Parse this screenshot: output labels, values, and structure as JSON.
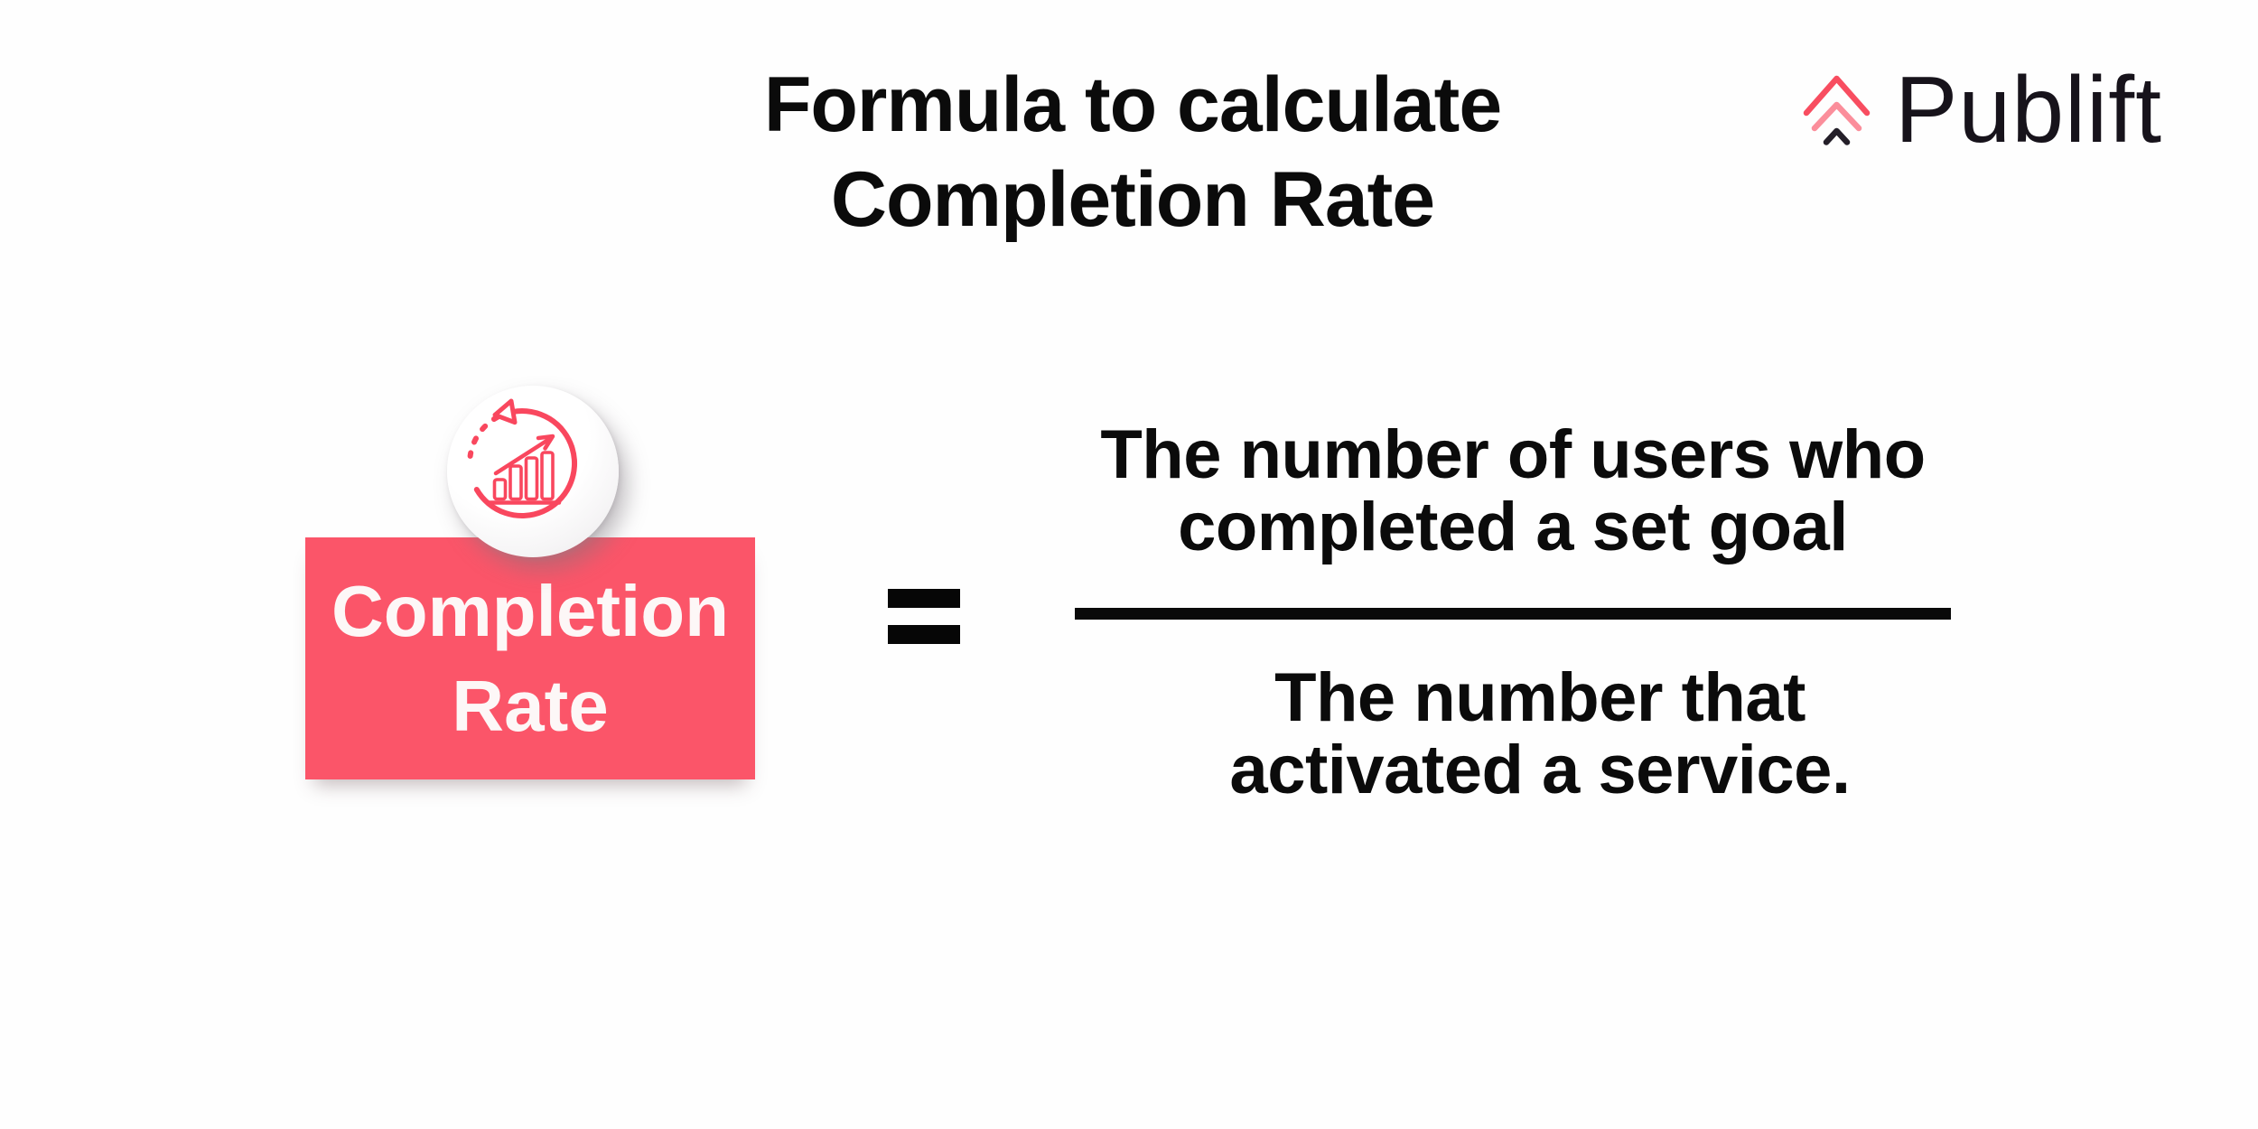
{
  "page": {
    "background_color": "#fefefe",
    "text_color": "#0b0b0b"
  },
  "header": {
    "title_line1": "Formula to calculate",
    "title_line2": "Completion Rate"
  },
  "logo": {
    "text": "Publift",
    "chevron_top_color": "#f84d60",
    "chevron_middle_color": "#fb8e9b",
    "chevron_bottom_color": "#241f29",
    "text_color": "#17131b"
  },
  "metric": {
    "label_line1": "Completion",
    "label_line2": "Rate",
    "box_color": "#fb5569",
    "label_color": "#fdf7f7",
    "icon": "growth-chart-circular-arrow-icon",
    "icon_color": "#f9475e",
    "badge_color": "#ffffff"
  },
  "formula": {
    "equals_symbol": "=",
    "numerator_line1": "The number of users who",
    "numerator_line2": "completed a set goal",
    "denominator_line1": "The number that",
    "denominator_line2": "activated a service.",
    "fraction_bar_color": "#0a0a0a"
  }
}
